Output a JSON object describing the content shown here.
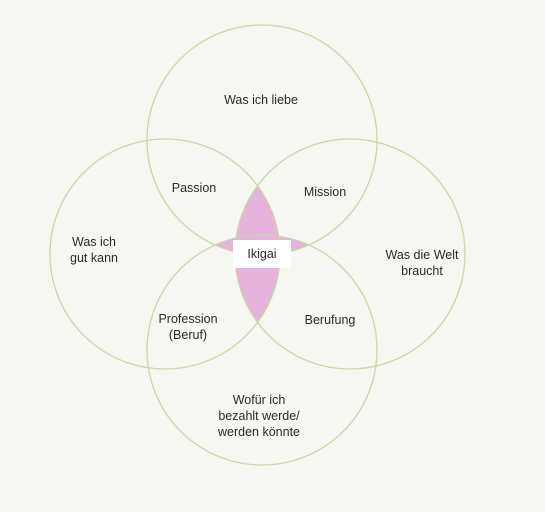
{
  "diagram": {
    "colors": {
      "circle_stroke": "#c6d9a8",
      "overlap_fill": "#e6b3dc"
    },
    "labels": {
      "top": "Was ich liebe",
      "left": "Was ich\ngut kann",
      "right": "Was die Welt\nbraucht",
      "bottom": "Wofür ich\nbezahlt werde/\nwerden könnte",
      "passion": "Passion",
      "mission": "Mission",
      "profession": "Profession\n(Beruf)",
      "berufung": "Berufung",
      "ikigai": "Ikigai"
    }
  }
}
